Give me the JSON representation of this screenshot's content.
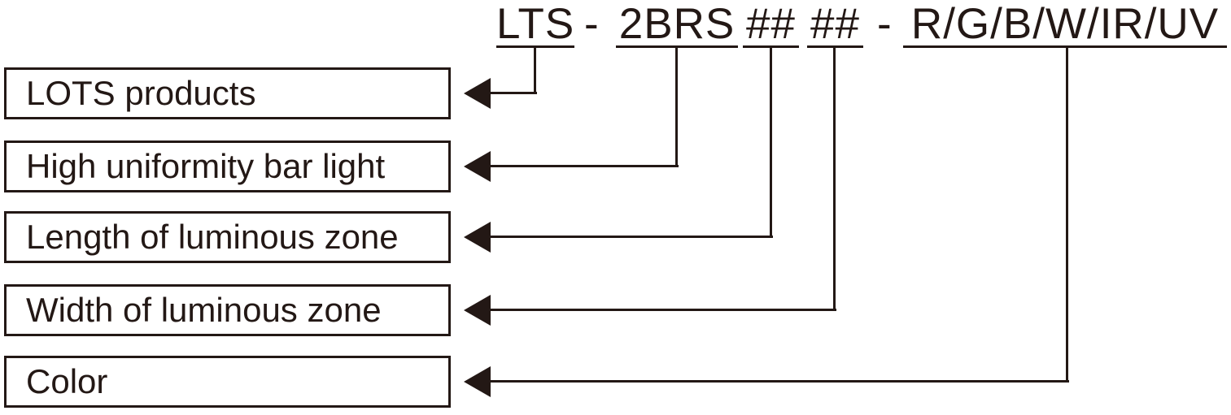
{
  "diagram": {
    "part_number": {
      "full_text": "LTS - 2BRS ## ## - R/G/B/W/IR/UV",
      "segments": [
        {
          "text": "LTS",
          "underlined": true
        },
        {
          "text": "-",
          "underlined": false
        },
        {
          "text": "2BRS",
          "underlined": true
        },
        {
          "text": "##",
          "underlined": true
        },
        {
          "text": "##",
          "underlined": true
        },
        {
          "text": "-",
          "underlined": false
        },
        {
          "text": "R/G/B/W/IR/UV",
          "underlined": true
        }
      ]
    },
    "legend_rows": [
      {
        "label": "LOTS products",
        "maps_to_segment": "LTS"
      },
      {
        "label": "High uniformity bar light",
        "maps_to_segment": "2BRS"
      },
      {
        "label": "Length of luminous zone",
        "maps_to_segment": "## (first)"
      },
      {
        "label": "Width of luminous zone",
        "maps_to_segment": "## (second)"
      },
      {
        "label": "Color",
        "maps_to_segment": "R/G/B/W/IR/UV"
      }
    ],
    "colors": {
      "ink": "#231815",
      "background": "#ffffff"
    }
  }
}
